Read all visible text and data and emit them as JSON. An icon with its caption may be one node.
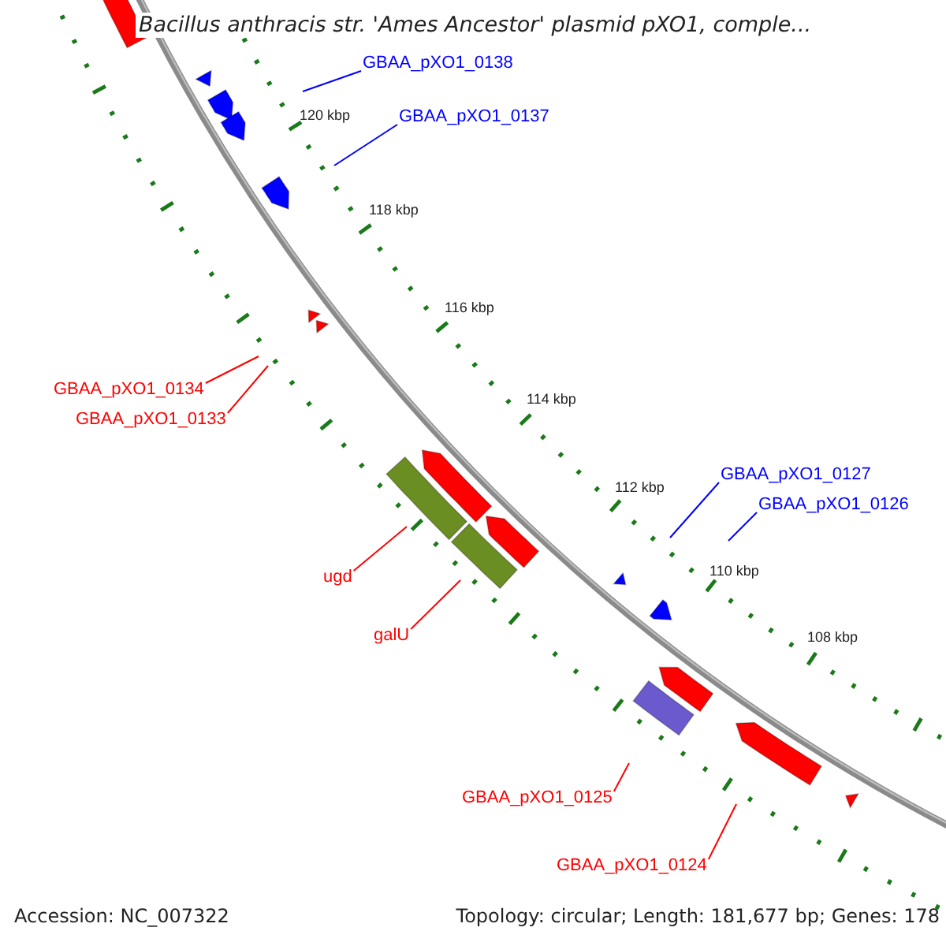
{
  "diagram": {
    "title": "Bacillus anthracis str. 'Ames Ancestor' plasmid pXO1, comple...",
    "nodes": [
      {
        "text": [
          "GBAA_pXO1_0138"
        ]
      },
      {
        "text": [
          "GBAA_pXO1_0137"
        ]
      },
      {
        "text": [
          "GBAA_pXO1_0134"
        ]
      },
      {
        "text": [
          "GBAA_pXO1_0133"
        ]
      },
      {
        "text": [
          "GBAA_pXO1_0127"
        ]
      },
      {
        "text": [
          "GBAA_pXO1_0126"
        ]
      },
      {
        "text": [
          "ugd"
        ]
      },
      {
        "text": [
          "galU"
        ]
      },
      {
        "text": [
          "GBAA_pXO1_0125"
        ]
      },
      {
        "text": [
          "GBAA_pXO1_0124"
        ]
      }
    ],
    "edges": [
      {
        "from": 0,
        "to": null,
        "arrow": "none",
        "color": "#0000ff"
      },
      {
        "from": 1,
        "to": null,
        "arrow": "none",
        "color": "#0000ff"
      },
      {
        "from": 2,
        "to": null,
        "arrow": "none"
      },
      {
        "from": 3,
        "to": null,
        "arrow": "none"
      },
      {
        "from": 4,
        "to": null,
        "arrow": "none",
        "color": "#0000ff"
      },
      {
        "from": 5,
        "to": null,
        "arrow": "none",
        "color": "#0000ff"
      },
      {
        "from": 6,
        "to": null,
        "arrow": "none"
      },
      {
        "from": 7,
        "to": null,
        "arrow": "none"
      },
      {
        "from": 8,
        "to": null,
        "arrow": "none"
      },
      {
        "from": 9,
        "to": null,
        "arrow": "none"
      }
    ],
    "labels": [
      "120 kbp",
      "118 kbp",
      "116 kbp",
      "114 kbp",
      "112 kbp",
      "110 kbp",
      "108 kbp",
      "Accession: NC_007322",
      "Topology: circular; Length: 181,677 bp; Genes: 178"
    ]
  }
}
